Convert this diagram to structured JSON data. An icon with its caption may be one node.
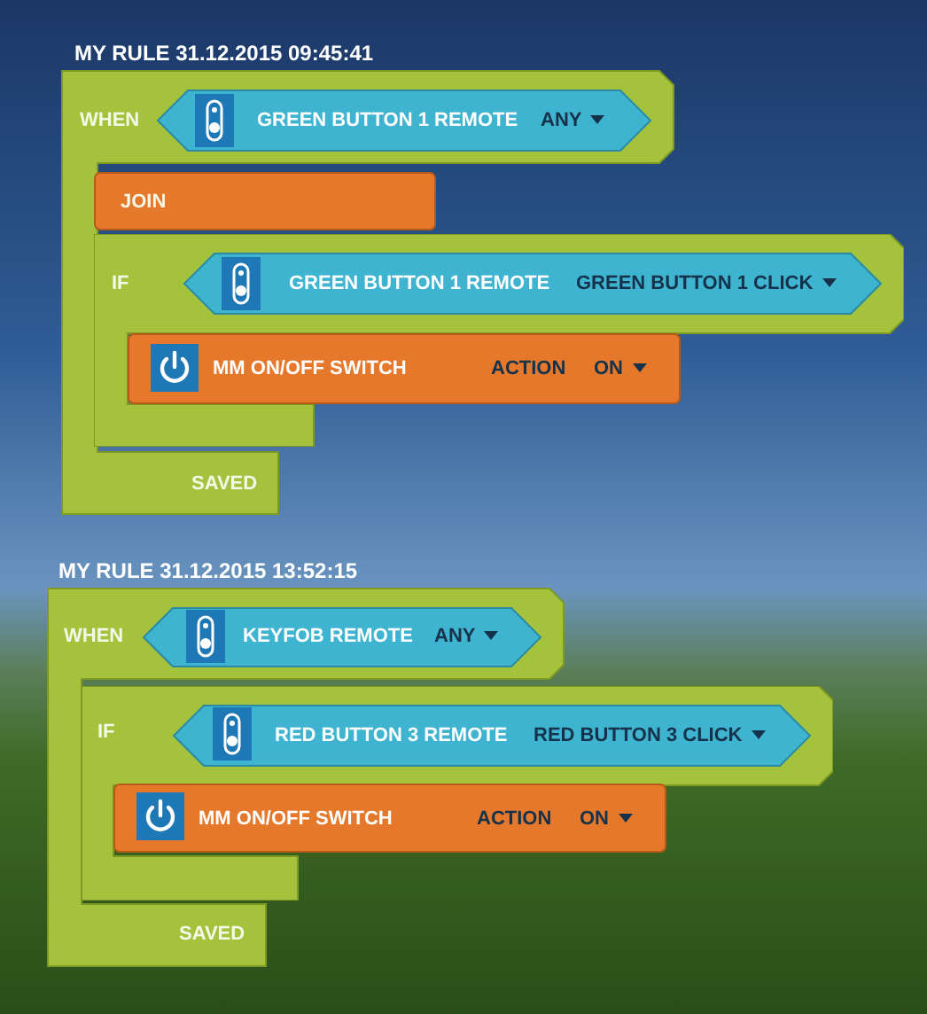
{
  "diagram": {
    "nodes": [
      {
        "text": [
          "MY RULE 31.12.2015 09:45:41",
          "WHEN",
          "SAVED"
        ]
      },
      {
        "text": [
          "GREEN BUTTON 1 REMOTE",
          "ANY"
        ],
        "in": 0
      },
      {
        "text": [
          "JOIN"
        ],
        "in": 0
      },
      {
        "text": [
          "IF"
        ]
      },
      {
        "text": [
          "GREEN BUTTON 1 REMOTE",
          "GREEN BUTTON 1 CLICK"
        ],
        "in": 3
      },
      {
        "text": [
          "MM ON/OFF SWITCH",
          "ACTION",
          "ON"
        ],
        "in": 3
      },
      {
        "text": [
          "MY RULE 31.12.2015 13:52:15",
          "WHEN",
          "SAVED"
        ]
      },
      {
        "text": [
          "KEYFOB REMOTE",
          "ANY"
        ],
        "in": 6
      },
      {
        "text": [
          "IF"
        ]
      },
      {
        "text": [
          "RED BUTTON 3 REMOTE",
          "RED BUTTON 3 CLICK"
        ],
        "in": 8
      },
      {
        "text": [
          "MM ON/OFF SWITCH",
          "ACTION",
          "ON"
        ],
        "in": 8
      }
    ]
  }
}
